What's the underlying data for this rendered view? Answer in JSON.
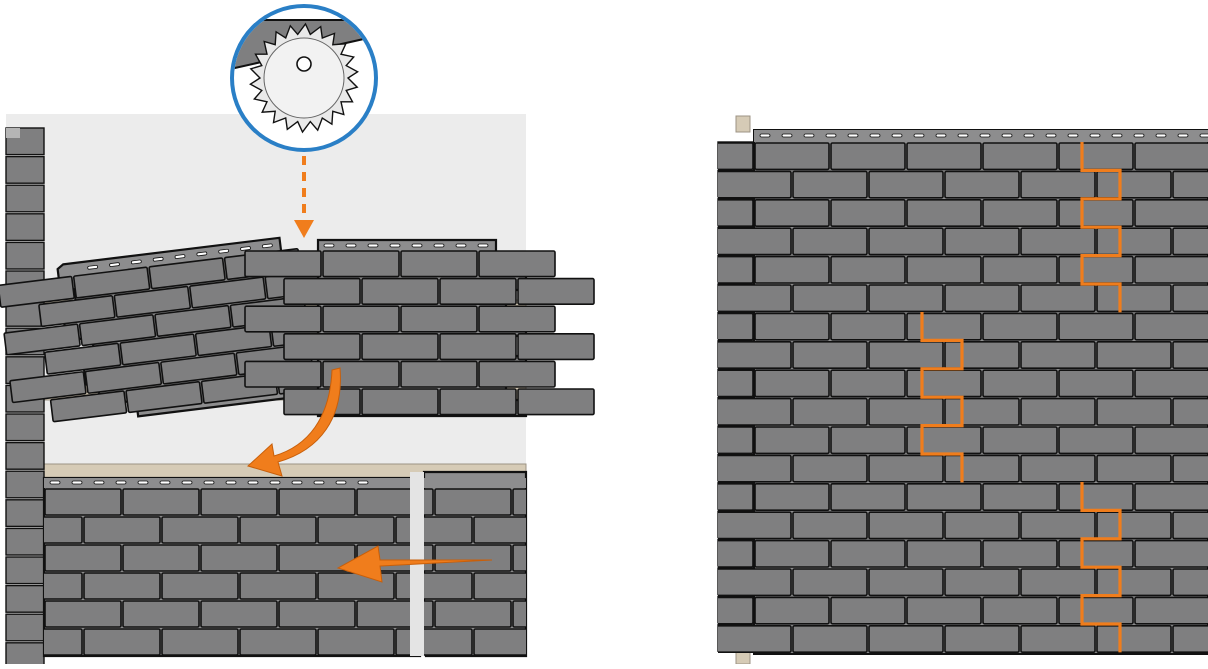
{
  "diagram": {
    "colors": {
      "brick": "#7f7f80",
      "brick_light": "#8d8d8e",
      "mortar": "#a9a9aa",
      "outline": "#111111",
      "background": "#ececec",
      "batten": "#d6cbb6",
      "arrow": "#f07d1c",
      "seam": "#f07d1c",
      "lens_ring": "#2a7fc6"
    },
    "left_panel": {
      "steps": [
        "cut-starter-panel",
        "rotate-panel-into-place",
        "slide-panel-left"
      ],
      "icons": [
        "circular-saw-blade-icon",
        "dashed-cut-arrow-icon",
        "curved-arrow-icon",
        "straight-arrow-icon"
      ]
    },
    "right_panel": {
      "rows_of_panels": 3,
      "seam_color_meaning": "orange-joint-lines"
    }
  }
}
